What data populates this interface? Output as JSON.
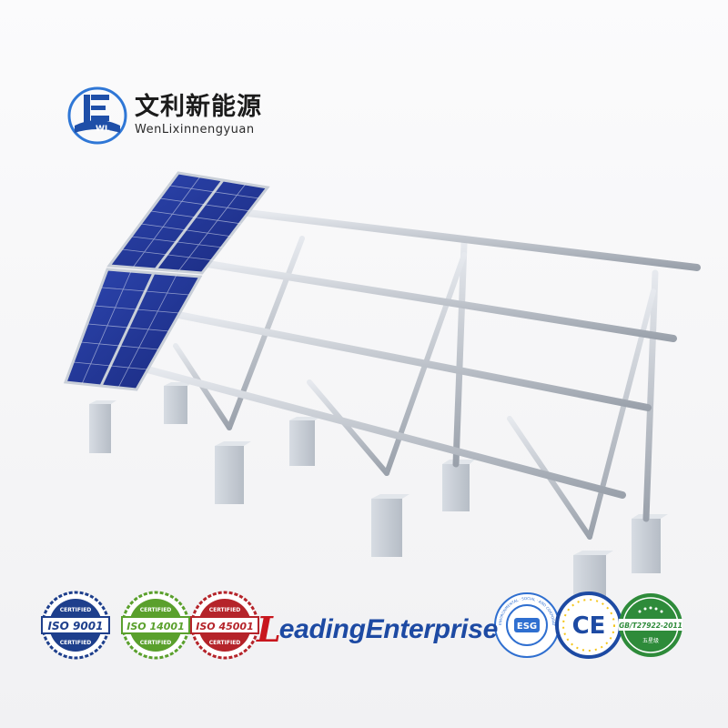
{
  "brand": {
    "name_cn": "文利新能源",
    "name_en": "WenLixinnengyuan",
    "logo_letters": "WL",
    "logo_colors": {
      "primary": "#1f4fa8",
      "secondary": "#2f77d6"
    }
  },
  "product": {
    "panel_color": "#23379a",
    "frame_color": "#b9bfc9",
    "footing_color": "#c6ccd4",
    "grid_line_color": "#e8ecf5"
  },
  "certifications": [
    {
      "top": "CERTIFIED",
      "main": "ISO 9001",
      "bottom": "CERTIFIED",
      "color": "#1e3f8c"
    },
    {
      "top": "CERTIFIED",
      "main": "ISO 14001",
      "bottom": "CERTIFIED",
      "color": "#5aa02c"
    },
    {
      "top": "CERTIFIED",
      "main": "ISO 45001",
      "bottom": "CERTIFIED",
      "color": "#b5242a"
    }
  ],
  "leading": {
    "mark": "L",
    "text": "eadingEnterprise",
    "mark_color": "#c8161d",
    "text_color": "#1d4aa3"
  },
  "esg": {
    "label": "ESG",
    "ring_text": "ENVIRONMENTAL · SOCIAL · AND CORPORATE GOVERNANCE",
    "color": "#2f6fd0"
  },
  "ce": {
    "label": "CE",
    "color": "#1d4aa3",
    "star_color": "#f5c518"
  },
  "gb": {
    "label": "GB/T27922-2011",
    "sub": "五星级",
    "color": "#2e8b3a"
  }
}
